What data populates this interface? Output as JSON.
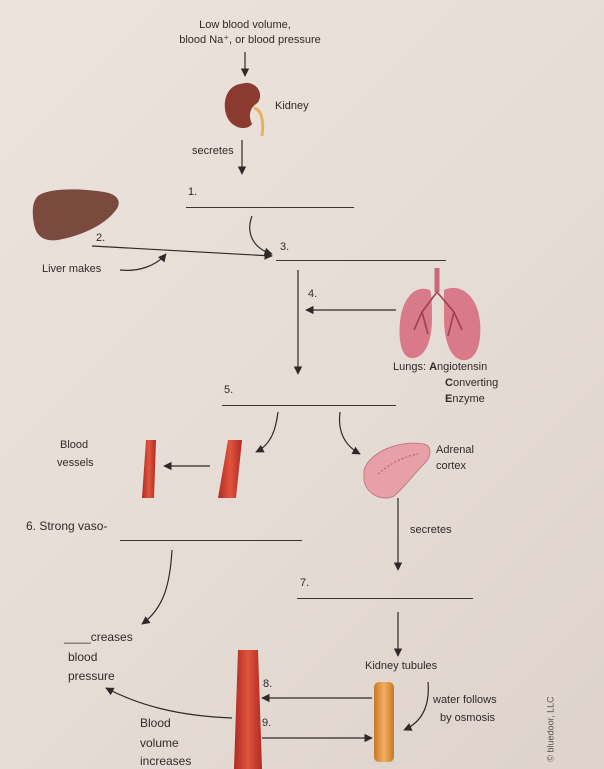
{
  "labels": {
    "trigger_line1": "Low blood volume,",
    "trigger_line2": "blood Na⁺, or blood pressure",
    "kidney": "Kidney",
    "secretes_1": "secretes",
    "liver_makes": "Liver makes",
    "lungs_prefix": "Lungs: ",
    "lungs_a_initial": "A",
    "lungs_a_rest": "ngiotensin",
    "lungs_c_initial": "C",
    "lungs_c_rest": "onverting",
    "lungs_e_initial": "E",
    "lungs_e_rest": "nzyme",
    "blood_vessels_line1": "Blood",
    "blood_vessels_line2": "vessels",
    "adrenal_line1": "Adrenal",
    "adrenal_line2": "cortex",
    "strong_vaso": "6. Strong vaso-",
    "secretes_2": "secretes",
    "creases": "____creases",
    "blood": "blood",
    "pressure": "pressure",
    "kidney_tubules": "Kidney tubules",
    "water_line1": "water follows",
    "water_line2": "by osmosis",
    "volume_line1": "Blood",
    "volume_line2": "volume",
    "volume_line3": "increases",
    "copyright": "© bluedoor, LLC"
  },
  "blanks": {
    "n1": "1.",
    "n2": "2.",
    "n3": "3.",
    "n4": "4.",
    "n5": "5.",
    "n7": "7.",
    "n8": "8.",
    "n9": "9."
  },
  "colors": {
    "ink": "#2f2a2a",
    "kidney": "#8a3a2e",
    "liver": "#7a4a3e",
    "lung": "#d97a8a",
    "vessel": "#d94a3a",
    "adrenal": "#e7a0a8",
    "tubule": "#e8a050"
  }
}
